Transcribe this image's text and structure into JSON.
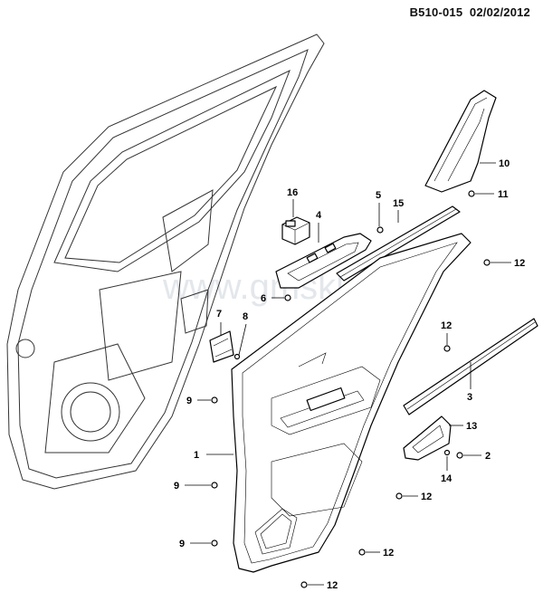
{
  "header": {
    "code": "B510-015",
    "date": "02/02/2012"
  },
  "watermark": "www.gmsklad.ru",
  "callouts": [
    {
      "id": "c1",
      "label": "1"
    },
    {
      "id": "c2",
      "label": "2"
    },
    {
      "id": "c3",
      "label": "3"
    },
    {
      "id": "c4",
      "label": "4"
    },
    {
      "id": "c5",
      "label": "5"
    },
    {
      "id": "c6",
      "label": "6"
    },
    {
      "id": "c7",
      "label": "7"
    },
    {
      "id": "c8",
      "label": "8"
    },
    {
      "id": "c9a",
      "label": "9"
    },
    {
      "id": "c9b",
      "label": "9"
    },
    {
      "id": "c9c",
      "label": "9"
    },
    {
      "id": "c10",
      "label": "10"
    },
    {
      "id": "c11",
      "label": "11"
    },
    {
      "id": "c12a",
      "label": "12"
    },
    {
      "id": "c12b",
      "label": "12"
    },
    {
      "id": "c12c",
      "label": "12"
    },
    {
      "id": "c12d",
      "label": "12"
    },
    {
      "id": "c12e",
      "label": "12"
    },
    {
      "id": "c13",
      "label": "13"
    },
    {
      "id": "c14",
      "label": "14"
    },
    {
      "id": "c15",
      "label": "15"
    },
    {
      "id": "c16",
      "label": "16"
    }
  ]
}
